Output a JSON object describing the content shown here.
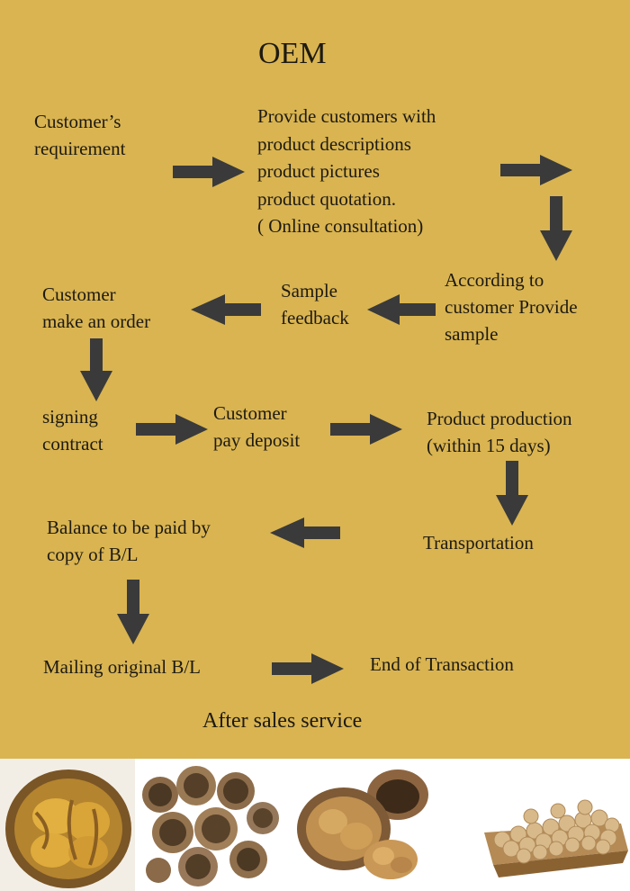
{
  "title": "OEM",
  "steps": {
    "requirement": "Customer’s\nrequirement",
    "provide_info": "Provide customers with\nproduct descriptions\nproduct pictures\nproduct quotation.\n( Online consultation)",
    "provide_sample": "According to\ncustomer Provide\nsample",
    "sample_feedback": "Sample\nfeedback",
    "make_order": "Customer\nmake an order",
    "signing_contract": "signing\ncontract",
    "pay_deposit": "Customer\npay deposit",
    "production": "Product production\n(within 15 days)",
    "transportation": "Transportation",
    "balance": "Balance to be paid by\ncopy of B/L",
    "mailing": "Mailing original B/L",
    "end": "End of Transaction"
  },
  "footer": "After sales service",
  "colors": {
    "panel": "#d9b451",
    "arrow": "#3a3a3a",
    "text": "#1e1a12"
  },
  "photos": [
    "walnut-kernel-icon",
    "cracked-walnuts-icon",
    "walnut-shell-icon",
    "walnut-basket-icon"
  ]
}
